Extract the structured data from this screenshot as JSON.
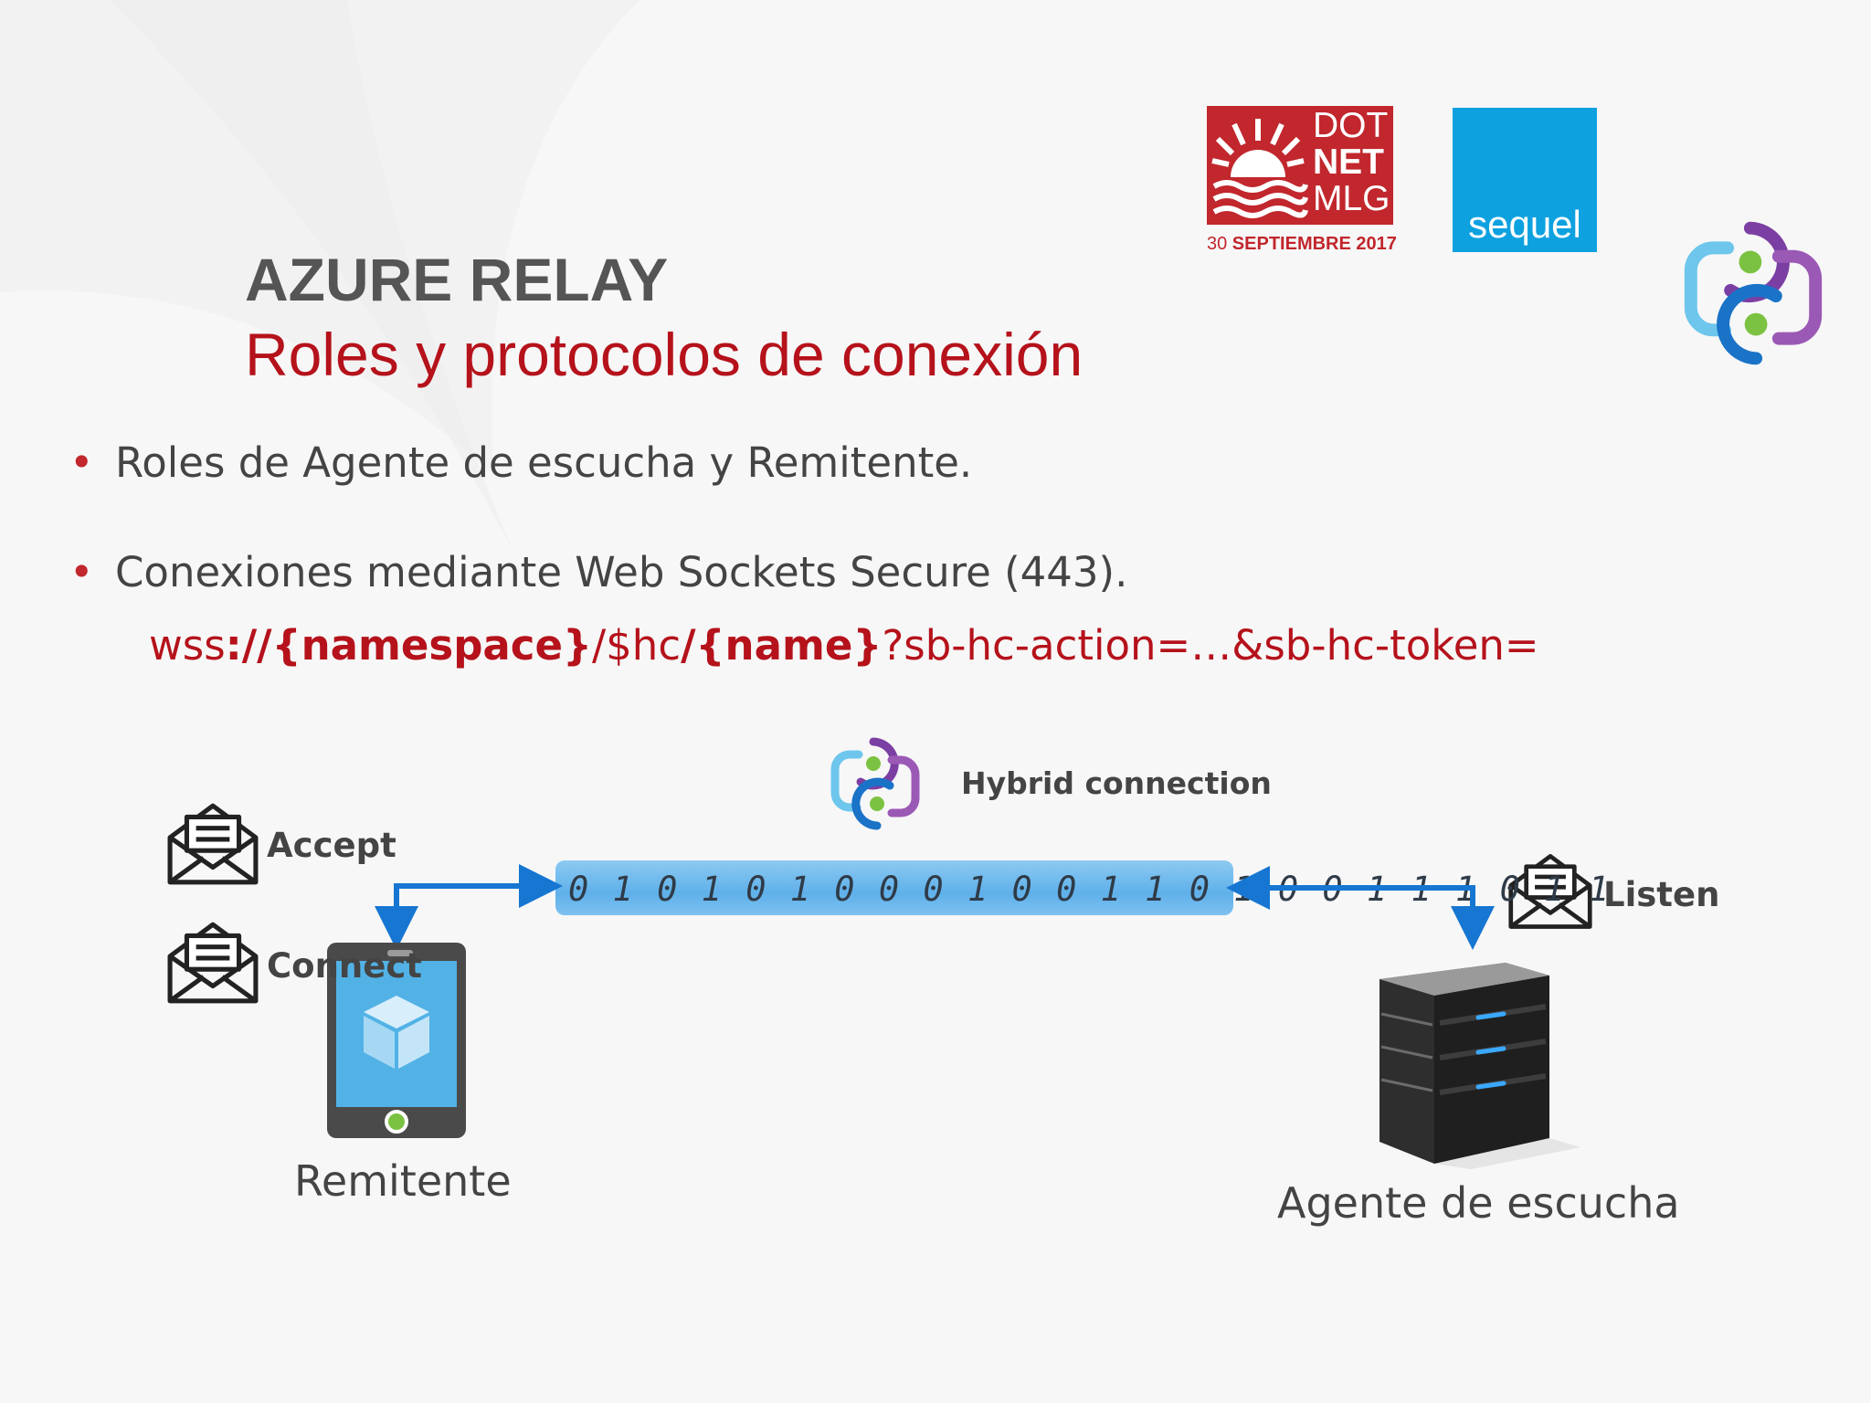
{
  "brand": {
    "dotnet_lines": [
      "DOT",
      "NET",
      "MLG"
    ],
    "dotnet_date_day": "30",
    "dotnet_date_rest": " SEPTIEMBRE 2017",
    "sequel": "sequel"
  },
  "title": {
    "main": "AZURE RELAY",
    "subtitle": "Roles y protocolos de conexión"
  },
  "bullets": [
    "Roles de Agente de escucha y Remitente.",
    "Conexiones mediante Web Sockets Secure (443)."
  ],
  "url_parts": [
    "wss",
    "://{namespace}",
    "/$hc",
    "/{name}",
    "?sb-hc-action=…&sb-hc-token="
  ],
  "diagram": {
    "hybrid_label": "Hybrid connection",
    "accept_label": "Accept",
    "connect_label": "Connect",
    "listen_label": "Listen",
    "stream_bits": "0 1 0 1 0 1 0 0 0 1 0 0 1 1 0 1 0 0 1 1 1 0 1 1",
    "sender_label": "Remitente",
    "listener_label": "Agente de escucha"
  },
  "colors": {
    "title_red": "#b5121b",
    "arrow_blue": "#1676d2",
    "relay_purple": "#7b3fa3",
    "relay_cyan": "#2aa7e0",
    "relay_green": "#7cc242"
  },
  "icons": [
    "relay-logo-icon",
    "envelope-open-icon",
    "phone-device-icon",
    "server-icon",
    "sun-waves-icon"
  ]
}
